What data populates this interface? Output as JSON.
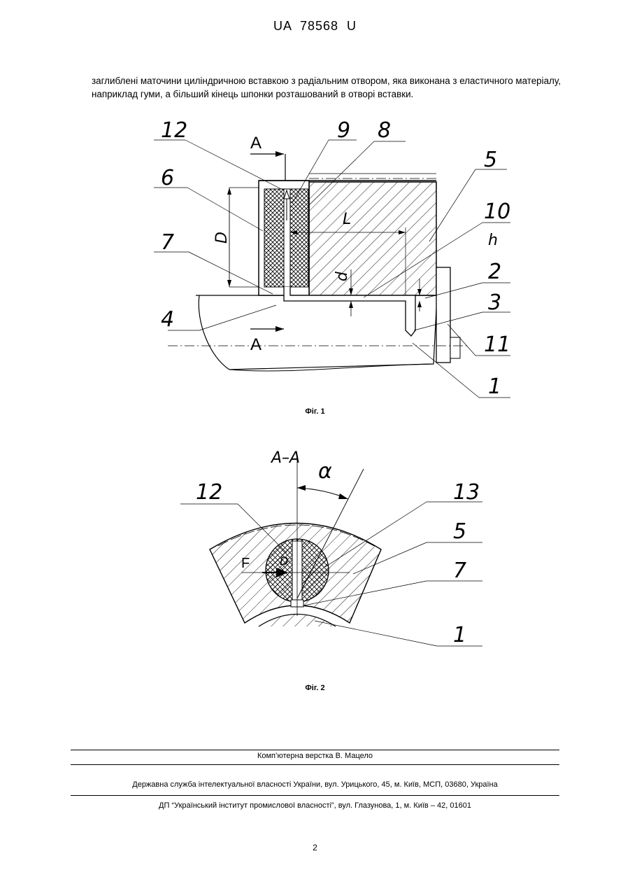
{
  "header": {
    "patent_number": "UA   78568   U"
  },
  "body_text": "заглиблені маточини циліндричною вставкою з радіальним отвором, яка виконана з еластичного матеріалу, наприклад гуми, а більший кінець шпонки розташований в отворі вставки.",
  "figure1": {
    "caption": "Фіг. 1",
    "labels": {
      "l12": "12",
      "l9": "9",
      "l8": "8",
      "l5": "5",
      "l6": "6",
      "l10": "10",
      "l7": "7",
      "lh": "h",
      "l2": "2",
      "l3": "3",
      "l4": "4",
      "l11": "11",
      "l1": "1",
      "lA_top": "A",
      "lA_bottom": "A",
      "lD": "D",
      "lL": "L",
      "ld": "d"
    }
  },
  "figure2": {
    "caption": "Фіг. 2",
    "labels": {
      "section": "A–A",
      "alpha": "α",
      "l12": "12",
      "l13": "13",
      "l5": "5",
      "l7": "7",
      "l1": "1",
      "lF": "F",
      "lD": "D"
    }
  },
  "footer": {
    "layout_credit": "Комп’ютерна верстка В. Мацело",
    "agency": "Державна служба інтелектуальної власності України, вул. Урицького, 45, м. Київ, МСП, 03680, Україна",
    "institute": "ДП “Український інститут промислової власності”, вул. Глазунова, 1, м. Київ – 42, 01601"
  },
  "page_number": "2"
}
